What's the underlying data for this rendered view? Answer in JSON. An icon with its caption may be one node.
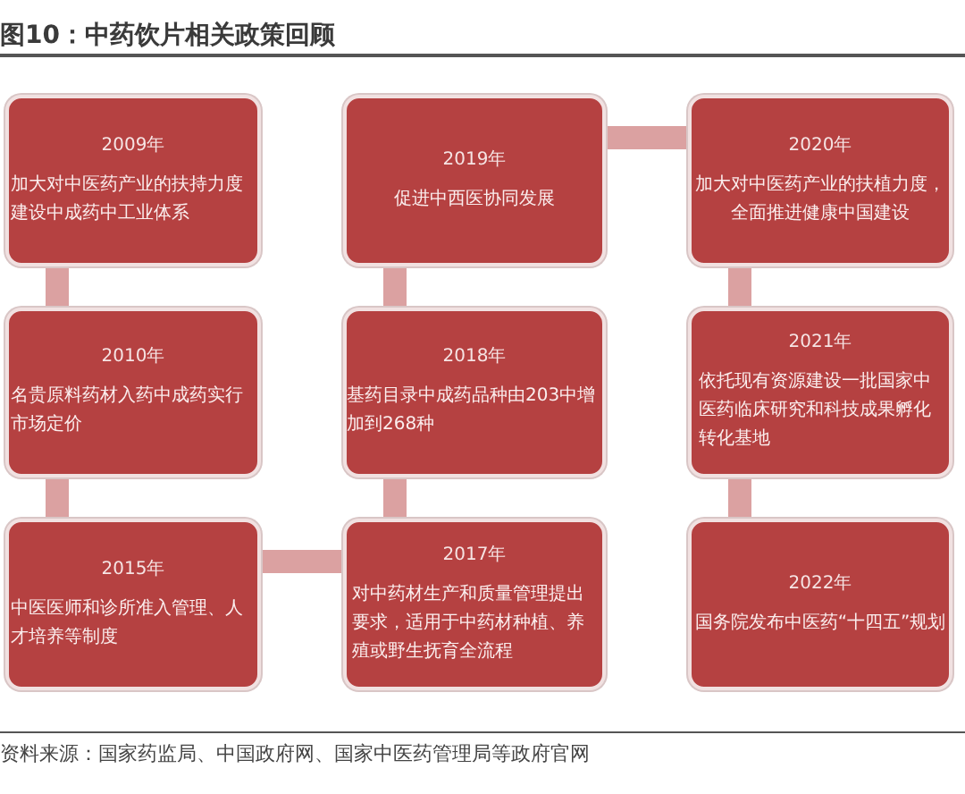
{
  "diagram": {
    "title": "图10：中药饮片相关政策回顾",
    "caption": "资料来源：国家药监局、中国政府网、国家中医药管理局等政府官网",
    "nodes": [
      {
        "text": [
          "2009年",
          "加大对中医药产业的扶持力度建设中成药中工业体系"
        ]
      },
      {
        "text": [
          "2019年",
          "促进中西医协同发展"
        ]
      },
      {
        "text": [
          "2020年",
          "加大对中医药产业的扶植力度，全面推进健康中国建设"
        ]
      },
      {
        "text": [
          "2010年",
          "名贵原料药材入药中成药实行市场定价"
        ]
      },
      {
        "text": [
          "2018年",
          "基药目录中成药品种由203中增加到268种"
        ]
      },
      {
        "text": [
          "2021年",
          "依托现有资源建设一批国家中医药临床研究和科技成果孵化转化基地"
        ]
      },
      {
        "text": [
          "2015年",
          "中医医师和诊所准入管理、人才培养等制度"
        ]
      },
      {
        "text": [
          "2017年",
          "对中药材生产和质量管理提出要求，适用于中药材种植、养殖或野生抚育全流程"
        ]
      },
      {
        "text": [
          "2022年",
          "国务院发布中医药“十四五”规划"
        ]
      }
    ],
    "edges": [
      {
        "from": 0,
        "to": 3,
        "arrow": "none"
      },
      {
        "from": 3,
        "to": 6,
        "arrow": "none"
      },
      {
        "from": 6,
        "to": 7,
        "arrow": "none"
      },
      {
        "from": 7,
        "to": 4,
        "arrow": "none"
      },
      {
        "from": 4,
        "to": 1,
        "arrow": "none"
      },
      {
        "from": 1,
        "to": 2,
        "arrow": "none"
      },
      {
        "from": 2,
        "to": 5,
        "arrow": "none"
      },
      {
        "from": 5,
        "to": 8,
        "arrow": "none"
      }
    ]
  }
}
